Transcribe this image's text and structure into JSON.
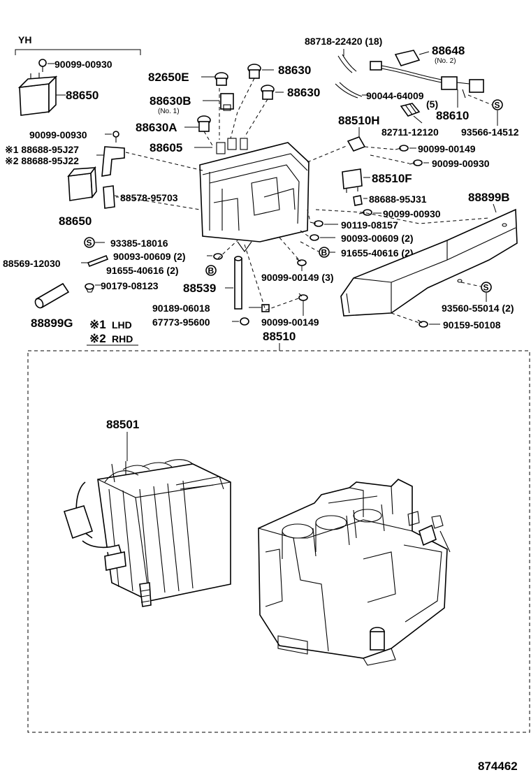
{
  "group_label": "YH",
  "legend": {
    "entries": [
      {
        "mark": "※1",
        "text": "LHD"
      },
      {
        "mark": "※2",
        "text": "RHD"
      }
    ]
  },
  "assembly_label": "88510",
  "figure_number": "874462",
  "symbols": {
    "s": "S",
    "b": "B"
  },
  "parts": {
    "p01": "90099-00930",
    "p02": "88650",
    "p03": "82650E",
    "p04": "88630",
    "p05": "88630",
    "p06": "88630B",
    "p06n": "(No. 1)",
    "p07": "88630A",
    "p08": "90099-00930",
    "p09": "※1 88688-95J27",
    "p10": "※2 88688-95J22",
    "p11": "88605",
    "p12": "88578-95703",
    "p13": "88650",
    "p14": "93385-18016",
    "p15": "88569-12030",
    "p16": "90093-00609 (2)",
    "p17": "91655-40616 (2)",
    "p18": "90179-08123",
    "p19": "88539",
    "p20": "90189-06018",
    "p21": "67773-95600",
    "p22": "88899G",
    "p23": "88718-22420 (18)",
    "p24": "88648",
    "p24n": "(No. 2)",
    "p25": "90044-64009",
    "p25n": "(5)",
    "p26": "88610",
    "p27": "82711-12120",
    "p28": "93566-14512",
    "p29": "88510H",
    "p30": "90099-00149",
    "p31": "90099-00930",
    "p32": "88510F",
    "p33": "88688-95J31",
    "p34": "88899B",
    "p35": "90099-00930",
    "p36": "90119-08157",
    "p37": "90093-00609 (2)",
    "p38": "91655-40616 (2)",
    "p39": "90099-00149 (3)",
    "p40": "93560-55014 (2)",
    "p41": "90159-50108",
    "p42": "90099-00149",
    "p43": "88501"
  }
}
